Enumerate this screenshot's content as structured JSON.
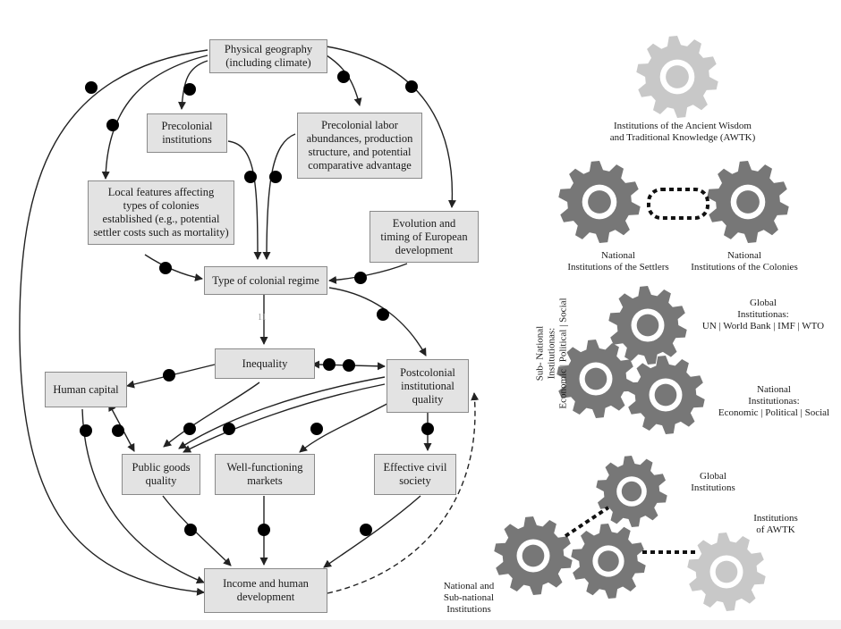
{
  "diagram": {
    "boxes": {
      "physical_geography": "Physical geography\n(including climate)",
      "precolonial_institutions": "Precolonial\ninstitutions",
      "precolonial_labor": "Precolonial labor\nabundances, production\nstructure, and potential\ncomparative advantage",
      "local_features": "Local features affecting\ntypes of colonies\nestablished (e.g., potential\nsettler costs such as mortality)",
      "evolution_timing": "Evolution and\ntiming of European\ndevelopment",
      "type_colonial_regime": "Type of colonial regime",
      "inequality": "Inequality",
      "postcolonial_quality": "Postcolonial\ninstitutional\nquality",
      "human_capital": "Human capital",
      "public_goods": "Public goods\nquality",
      "well_functioning_markets": "Well-functioning\nmarkets",
      "effective_civil_society": "Effective civil\nsociety",
      "income_development": "Income and human\ndevelopment"
    },
    "marker": "11"
  },
  "gears": {
    "awtk_label": "Institutions of the Ancient  Wisdom\nand Traditional Knowledge (AWTK)",
    "settlers_label": "National\nInstitutions of the Settlers",
    "colonies_label": "National\nInstitutions of the Colonies",
    "sub_national_vertical": "Sub- National\nInstitutionas:\nEconomic | Political  | Social",
    "global_multi_label": "Global\nInstitutionas:\nUN | World Bank | IMF | WTO",
    "national_multi_label": "National\nInstitutionas:\nEconomic | Political  | Social",
    "global_label": "Global\nInstitutions",
    "awtk_short_label": "Institutions\nof AWTK",
    "national_sub_label": "National and\nSub-national\nInstitutions"
  },
  "colors": {
    "gear_dark": "#777777",
    "gear_light": "#c8c8c8",
    "box_fill": "#e3e3e3",
    "line": "#222222"
  }
}
